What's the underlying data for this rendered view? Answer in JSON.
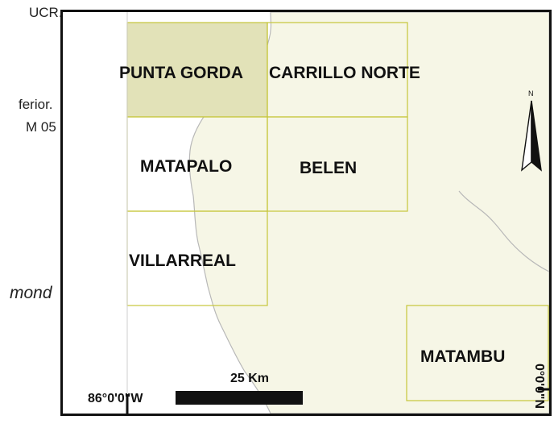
{
  "side_text": {
    "line1": "UCR.",
    "line2": "ferior.",
    "line3": "M 05",
    "line4": "mond"
  },
  "map": {
    "quadrants": [
      {
        "id": "punta-gorda",
        "label": "PUNTA GORDA",
        "highlighted": true
      },
      {
        "id": "carrillo-norte",
        "label": "CARRILLO NORTE",
        "highlighted": false
      },
      {
        "id": "matapalo",
        "label": "MATAPALO",
        "highlighted": false
      },
      {
        "id": "belen",
        "label": "BELEN",
        "highlighted": false
      },
      {
        "id": "villarreal",
        "label": "VILLARREAL",
        "highlighted": false
      },
      {
        "id": "matambu",
        "label": "MATAMBU",
        "highlighted": false
      }
    ],
    "scale_bar_label": "25 Km",
    "longitude_label": "86°0'0\"W",
    "latitude_label": "0°0'0\"N",
    "north_arrow_letter": "N",
    "colors": {
      "land": "#f6f6e6",
      "highlight": "#e2e2b8",
      "quad_border": "#c6c63a",
      "coast": "#b8b8b8"
    }
  }
}
